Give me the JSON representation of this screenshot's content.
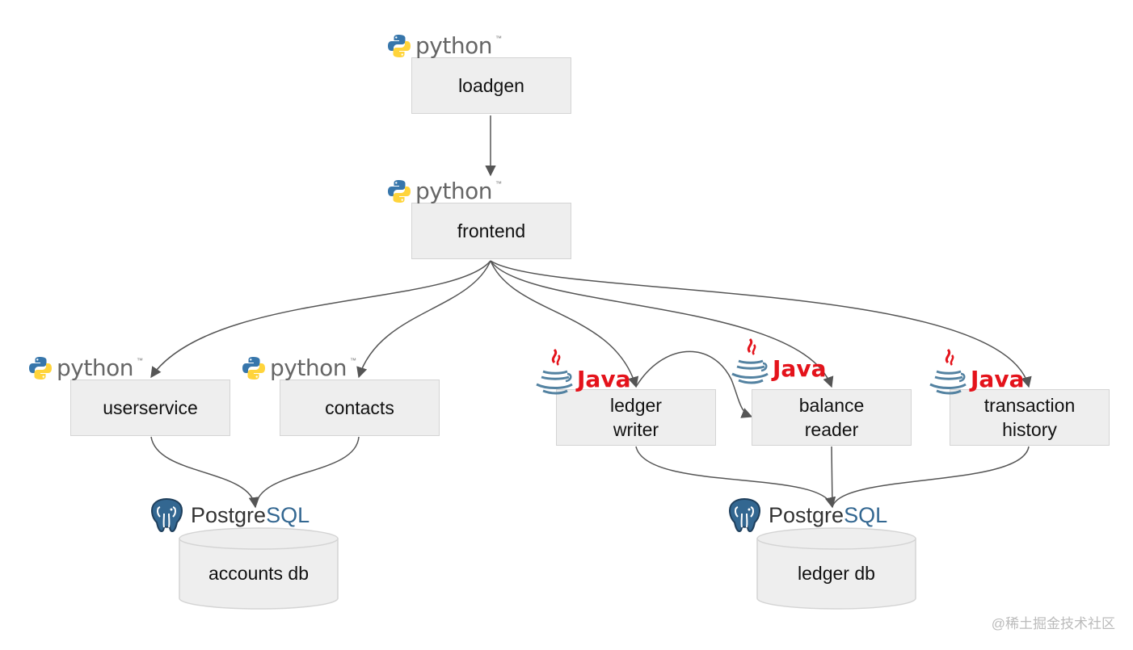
{
  "services": {
    "loadgen": {
      "label": "loadgen",
      "tech": "python"
    },
    "frontend": {
      "label": "frontend",
      "tech": "python"
    },
    "userservice": {
      "label": "userservice",
      "tech": "python"
    },
    "contacts": {
      "label": "contacts",
      "tech": "python"
    },
    "ledgerwriter": {
      "line1": "ledger",
      "line2": "writer",
      "tech": "java"
    },
    "balancereader": {
      "line1": "balance",
      "line2": "reader",
      "tech": "java"
    },
    "transactionhistory": {
      "line1": "transaction",
      "line2": "history",
      "tech": "java"
    }
  },
  "databases": {
    "accounts": {
      "label": "accounts db",
      "tech": "postgresql"
    },
    "ledger": {
      "label": "ledger db",
      "tech": "postgresql"
    }
  },
  "logos": {
    "python": {
      "word": "python",
      "tm": "™"
    },
    "java": {
      "word": "Java"
    },
    "postgres": {
      "word_plain": "Postgre",
      "word_accent": "SQL"
    }
  },
  "connections": [
    {
      "from": "loadgen",
      "to": "frontend"
    },
    {
      "from": "frontend",
      "to": "userservice"
    },
    {
      "from": "frontend",
      "to": "contacts"
    },
    {
      "from": "frontend",
      "to": "ledgerwriter"
    },
    {
      "from": "frontend",
      "to": "balancereader"
    },
    {
      "from": "frontend",
      "to": "transactionhistory"
    },
    {
      "from": "ledgerwriter",
      "to": "balancereader"
    },
    {
      "from": "userservice",
      "to": "accounts"
    },
    {
      "from": "contacts",
      "to": "accounts"
    },
    {
      "from": "ledgerwriter",
      "to": "ledger"
    },
    {
      "from": "balancereader",
      "to": "ledger"
    },
    {
      "from": "transactionhistory",
      "to": "ledger"
    }
  ],
  "colors": {
    "box_fill": "#eeeeee",
    "box_border": "#d4d4d4",
    "edge": "#555555",
    "java_red": "#e4131b",
    "java_blue": "#5382a1",
    "python_blue": "#3776ab",
    "python_yellow": "#ffd43b",
    "postgres_blue": "#336791"
  },
  "watermark": "@稀土掘金技术社区"
}
